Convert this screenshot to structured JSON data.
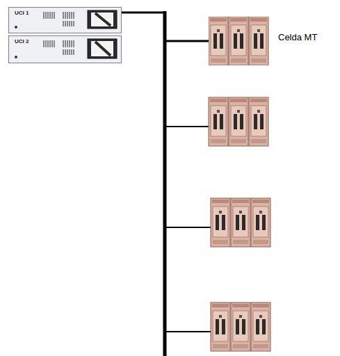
{
  "diagram": {
    "nodes": [
      {
        "text": [
          "UCI 1"
        ]
      },
      {
        "text": [
          "UCI 2"
        ]
      },
      {
        "text": [
          "Celda MT"
        ]
      }
    ],
    "edges": [
      {
        "from": 0,
        "to": 2,
        "arrow": "none"
      }
    ]
  }
}
